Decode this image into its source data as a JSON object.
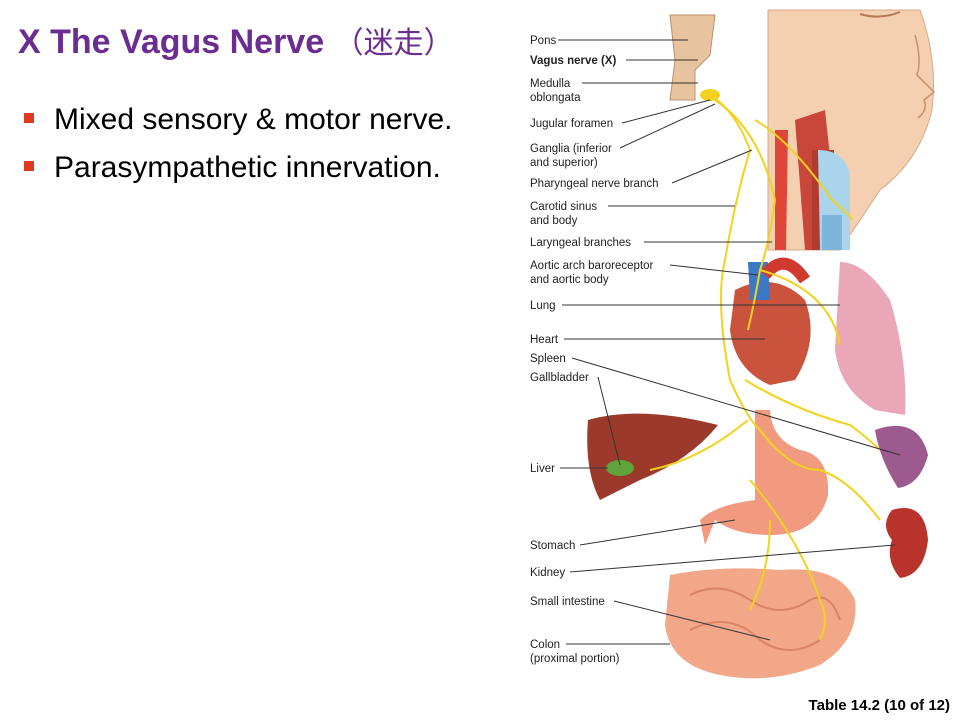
{
  "slide": {
    "title": "X The Vagus Nerve",
    "title_cjk": "（迷走）",
    "bullets": [
      "Mixed sensory & motor nerve.",
      "Parasympathetic innervation."
    ],
    "caption": "Table 14.2 (10 of 12)"
  },
  "diagram": {
    "labels": {
      "pons": "Pons",
      "vagus": "Vagus nerve (X)",
      "medulla1": "Medulla",
      "medulla2": "oblongata",
      "jugular": "Jugular foramen",
      "ganglia1": "Ganglia (inferior",
      "ganglia2": "and superior)",
      "pharyngeal": "Pharyngeal nerve branch",
      "carotid1": "Carotid sinus",
      "carotid2": "and body",
      "laryngeal": "Laryngeal branches",
      "aortic1": "Aortic arch baroreceptor",
      "aortic2": "and aortic body",
      "lung": "Lung",
      "heart": "Heart",
      "spleen": "Spleen",
      "gallbladder": "Gallbladder",
      "liver": "Liver",
      "stomach": "Stomach",
      "kidney": "Kidney",
      "small_intestine": "Small intestine",
      "colon1": "Colon",
      "colon2": "(proximal portion)"
    }
  },
  "colors": {
    "title": "#6b2d8f",
    "bullet": "#e03a1e",
    "nerve": "#f2d21c",
    "skin": "#f4cfb0",
    "organ_red": "#c9533c",
    "lung": "#e9a7b8",
    "liver": "#9b3a2a",
    "stomach": "#f19a80",
    "spleen": "#9c5a8e"
  }
}
